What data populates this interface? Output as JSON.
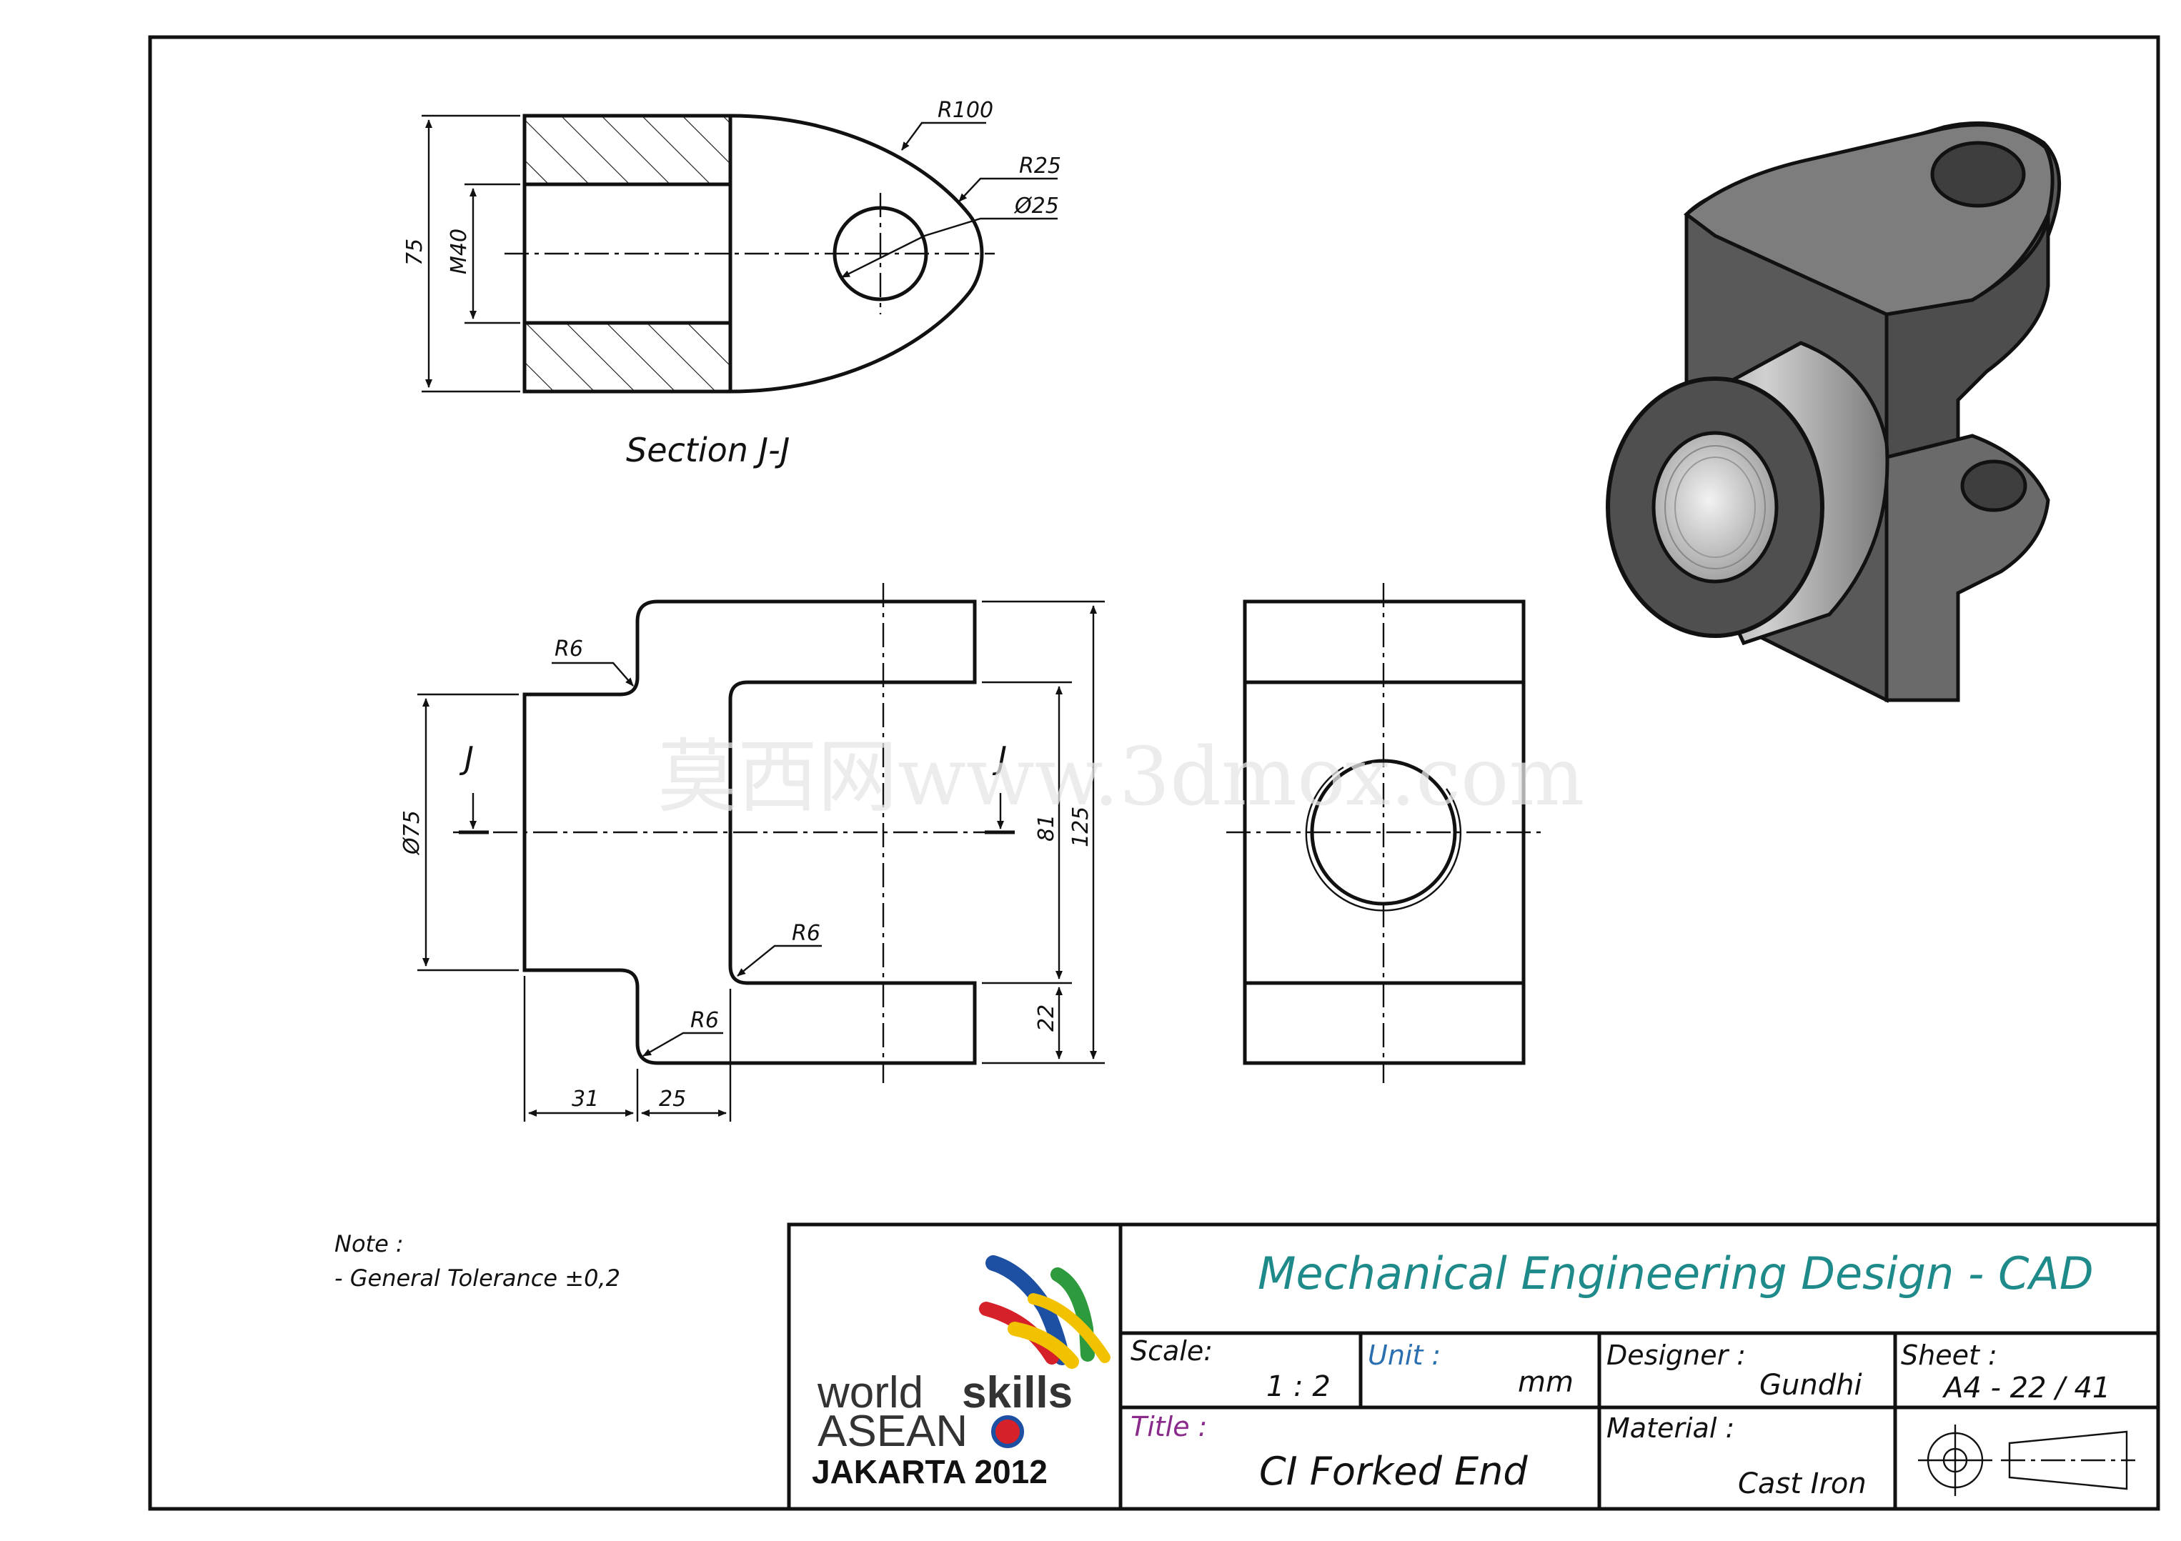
{
  "views": {
    "section": {
      "title": "Section J-J",
      "dims": {
        "r100": "R100",
        "r25": "R25",
        "d25": "Ø25",
        "d75": "75",
        "m40": "M40"
      }
    },
    "front": {
      "dims": {
        "r6_top": "R6",
        "r6_mid": "R6",
        "r6_bot": "R6",
        "d75": "Ø75",
        "d81": "81",
        "d125": "125",
        "d22": "22",
        "d31": "31",
        "d25": "25",
        "cut_left": "J",
        "cut_right": "J"
      }
    }
  },
  "note": {
    "title": "Note :",
    "line1": "- General Tolerance ±0,2"
  },
  "watermark": "莫西网www.3dmox.com",
  "title_block": {
    "logo": {
      "line1_a": "world",
      "line1_b": "skills",
      "line2": "ASEAN",
      "line3": "JAKARTA 2012"
    },
    "heading": "Mechanical Engineering Design - CAD",
    "scale_label": "Scale:",
    "scale_value": "1 : 2",
    "unit_label": "Unit :",
    "unit_value": "mm",
    "designer_label": "Designer :",
    "designer_value": "Gundhi",
    "sheet_label": "Sheet :",
    "sheet_value": "A4 - 22 / 41",
    "title_label": "Title :",
    "title_value": "CI Forked End",
    "material_label": "Material :",
    "material_value": "Cast Iron",
    "colors": {
      "heading": "#1f8a8a",
      "unit_label": "#2a6fb0",
      "title_label": "#8a2a8a"
    }
  }
}
